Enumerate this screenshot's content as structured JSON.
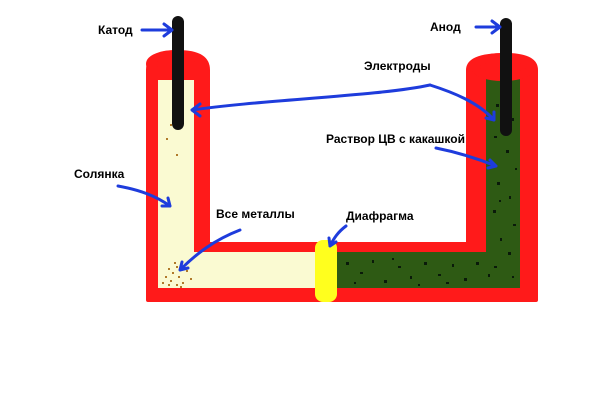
{
  "diagram": {
    "labels": {
      "cathode": "Катод",
      "anode": "Анод",
      "electrodes": "Электроды",
      "solution": "Раствор ЦВ с какашкой",
      "hcl": "Солянка",
      "metals": "Все металлы",
      "diaphragm": "Диафрагма"
    },
    "colors": {
      "vessel_wall": "#ff1a1a",
      "left_liquid": "#fafad2",
      "right_liquid": "#2e5a14",
      "diaphragm": "#ffff1e",
      "electrode": "#111111",
      "arrow": "#1e3cdc",
      "sediment": "#b07a2a",
      "particles": "#0a1a0a"
    }
  }
}
